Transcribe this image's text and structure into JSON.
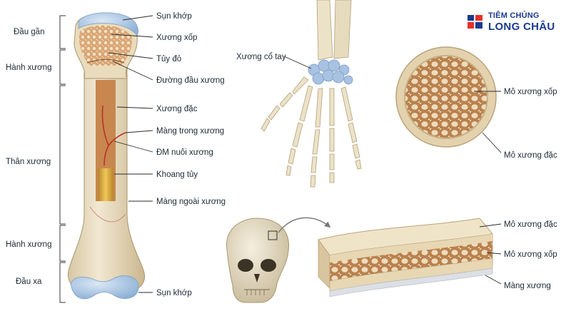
{
  "brand": {
    "line1": "TIÊM CHỦNG",
    "line2": "LONG CHÂU",
    "colors": {
      "primary": "#1b3a8f",
      "accent": "#e8302a"
    },
    "icon": "long-chau-logo-icon"
  },
  "long_bone": {
    "regions": {
      "proximal_end": "Đầu gần",
      "metaphysis_top": "Hành xương",
      "diaphysis": "Thân xương",
      "metaphysis_bottom": "Hành xương",
      "distal_end": "Đầu xa"
    },
    "labels": {
      "articular_cartilage_top": "Sụn khớp",
      "spongy_bone": "Xương xốp",
      "red_marrow": "Tủy đỏ",
      "epiphyseal_line": "Đường đầu xương",
      "compact_bone": "Xương đặc",
      "endosteum": "Màng trong xương",
      "nutrient_artery": "ĐM nuôi xương",
      "medullary_cavity": "Khoang tủy",
      "periosteum": "Màng ngoài xương",
      "articular_cartilage_bottom": "Sụn khớp"
    }
  },
  "hand": {
    "carpals": "Xương cổ tay"
  },
  "cross_section": {
    "spongy": "Mô xương xốp",
    "compact": "Mô xương đặc"
  },
  "skull_section": {
    "compact": "Mô xương đặc",
    "spongy": "Mô xương xốp",
    "membrane": "Màng xương"
  },
  "colors": {
    "bone": "#eadfc3",
    "bone_shadow": "#c9b48d",
    "cartilage": "#a9c6e4",
    "spongy": "#c78a55",
    "marrow_yellow": "#d9a93a",
    "artery": "#b8322a"
  }
}
